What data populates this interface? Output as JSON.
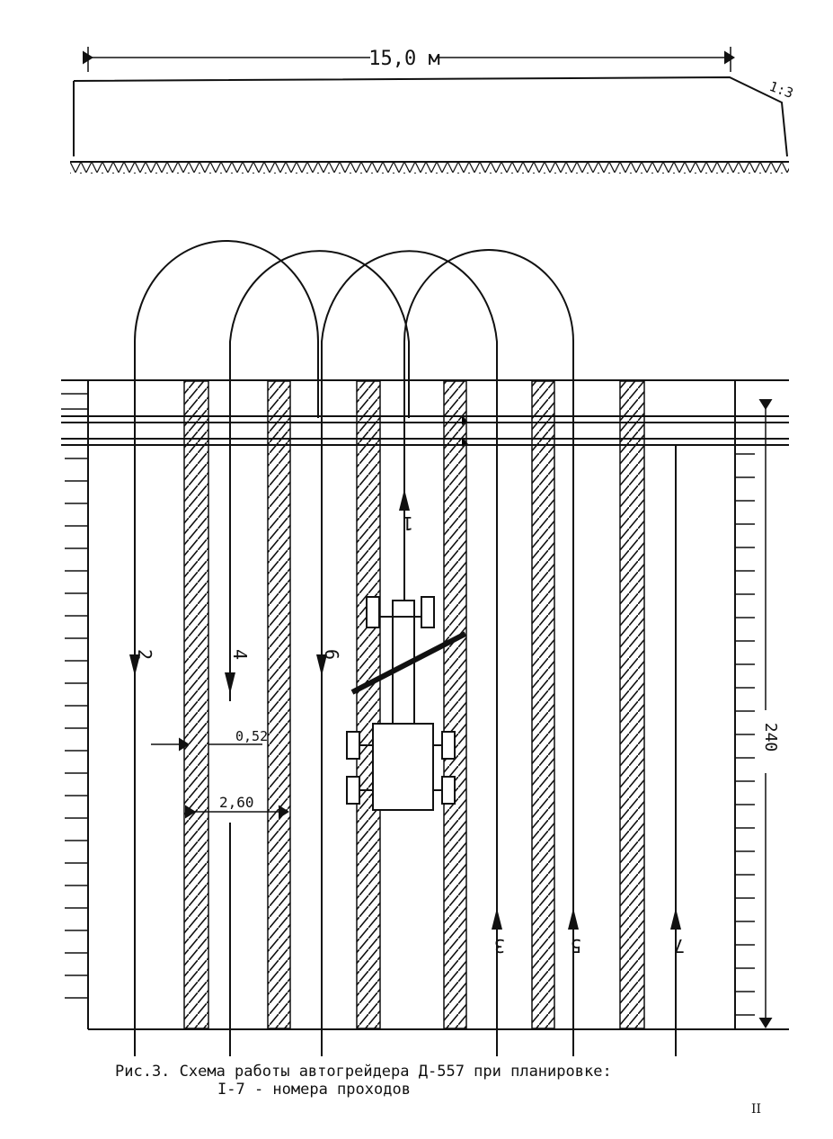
{
  "top_profile": {
    "width_label": "15,0 м",
    "slope_label": "1:3"
  },
  "plan": {
    "dim_strip_width": "0,52",
    "dim_pass_width": "2,60",
    "dim_length": "240",
    "passes": [
      {
        "label": "1",
        "direction": "up"
      },
      {
        "label": "2",
        "direction": "down"
      },
      {
        "label": "3",
        "direction": "up"
      },
      {
        "label": "4",
        "direction": "down"
      },
      {
        "label": "5",
        "direction": "up"
      },
      {
        "label": "6",
        "direction": "down"
      },
      {
        "label": "7",
        "direction": "up"
      }
    ]
  },
  "caption": {
    "line1": "Рис.3. Схема работы автогрейдера Д-557 при планировке:",
    "line2": "I-7 - номера проходов"
  },
  "page_number": "II"
}
